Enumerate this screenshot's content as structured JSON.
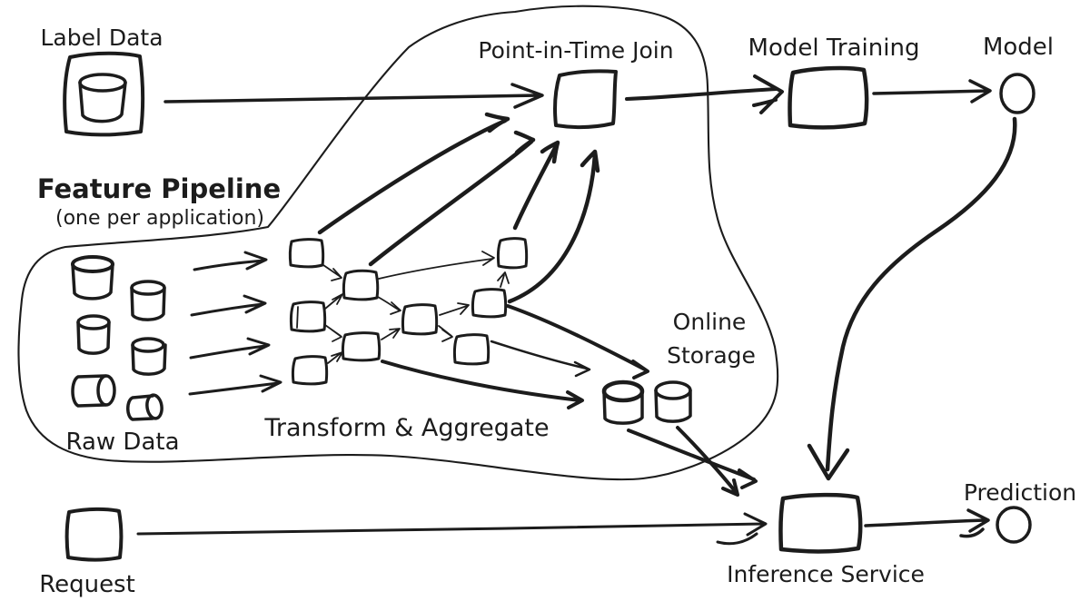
{
  "diagram": {
    "background": "#ffffff",
    "ink_color": "#1c1c1c",
    "pipeline_group": {
      "title": "Feature Pipeline",
      "subtitle": "(one per application)"
    },
    "nodes": {
      "label_data": {
        "label": "Label Data",
        "shape": "box-with-database-cylinder"
      },
      "point_in_time_join": {
        "label": "Point-in-Time Join",
        "shape": "box"
      },
      "model_training": {
        "label": "Model Training",
        "shape": "box"
      },
      "model": {
        "label": "Model",
        "shape": "circle"
      },
      "raw_data": {
        "label": "Raw Data",
        "shape": "database-cylinders",
        "cylinder_count": 6
      },
      "transform_aggregate": {
        "label": "Transform & Aggregate",
        "shape": "dag-of-boxes",
        "box_count": 9
      },
      "online_storage": {
        "label_line1": "Online",
        "label_line2": "Storage",
        "shape": "database-cylinders",
        "cylinder_count": 2
      },
      "request": {
        "label": "Request",
        "shape": "box"
      },
      "inference_service": {
        "label": "Inference Service",
        "shape": "box"
      },
      "prediction": {
        "label": "Prediction",
        "shape": "circle"
      }
    },
    "edges": [
      {
        "from": "label_data",
        "to": "point_in_time_join",
        "count": 1
      },
      {
        "from": "raw_data",
        "to": "transform_aggregate",
        "count": 4
      },
      {
        "from": "transform_aggregate",
        "to": "point_in_time_join",
        "count": 4
      },
      {
        "from": "transform_aggregate",
        "to": "online_storage",
        "count": 3
      },
      {
        "from": "point_in_time_join",
        "to": "model_training",
        "count": 1
      },
      {
        "from": "model_training",
        "to": "model",
        "count": 1
      },
      {
        "from": "model",
        "to": "inference_service",
        "count": 1
      },
      {
        "from": "online_storage",
        "to": "inference_service",
        "count": 2
      },
      {
        "from": "request",
        "to": "inference_service",
        "count": 1
      },
      {
        "from": "inference_service",
        "to": "prediction",
        "count": 1
      }
    ]
  }
}
